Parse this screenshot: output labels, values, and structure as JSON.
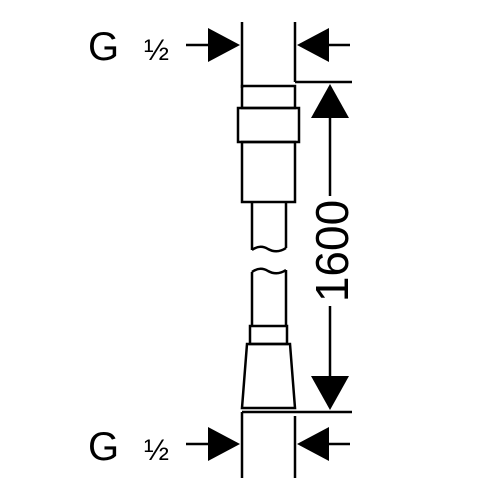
{
  "diagram": {
    "top_thread": {
      "letter": "G",
      "size": "½"
    },
    "bottom_thread": {
      "letter": "G",
      "size": "½"
    },
    "length_dimension": "1600"
  },
  "colors": {
    "ink": "#000000",
    "background": "#ffffff"
  }
}
